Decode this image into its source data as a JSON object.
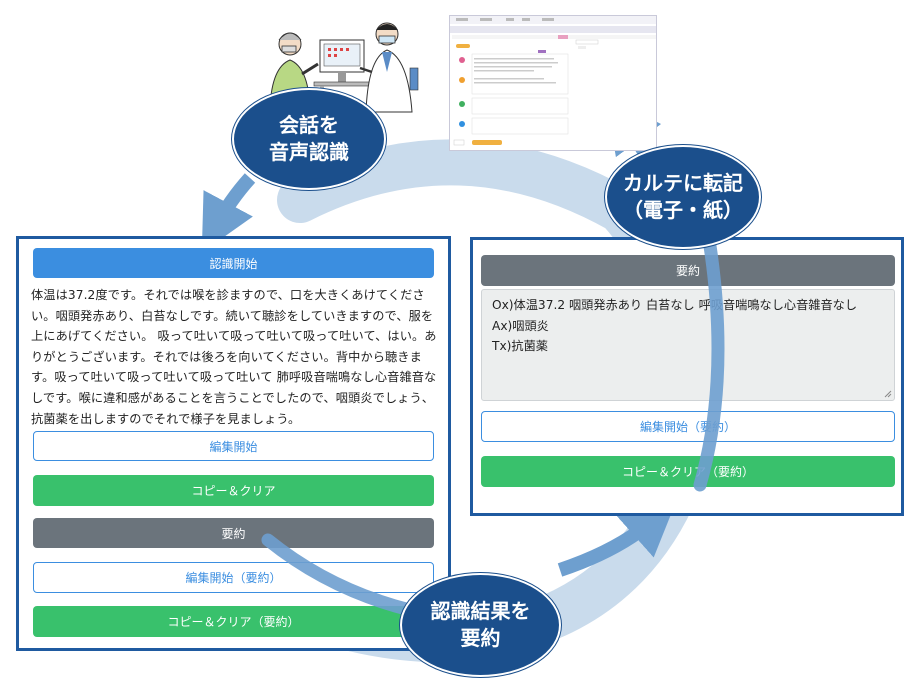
{
  "bubbles": {
    "speech": [
      "会話を",
      "音声認識"
    ],
    "karte": [
      "カルテに転記",
      "（電子・紙）"
    ],
    "summary": [
      "認識結果を",
      "要約"
    ]
  },
  "left_panel": {
    "start_recognition": "認識開始",
    "transcript": "体温は37.2度です。それでは喉を診ますので、口を大きくあけてください。咽頭発赤あり、白苔なしです。続いて聴診をしていきますので、服を上にあげてください。 吸って吐いて吸って吐いて吸って吐いて、はい。ありがとうございます。それでは後ろを向いてください。背中から聴きます。吸って吐いて吸って吐いて吸って吐いて 肺呼吸音喘鳴なし心音雑音なしです。喉に違和感があることを言うことでしたので、咽頭炎でしょう、抗菌薬を出しますのでそれで様子を見ましょう。",
    "edit_start": "編集開始",
    "copy_clear": "コピー＆クリア",
    "summarize": "要約",
    "edit_start_summary": "編集開始（要約）",
    "copy_clear_summary": "コピー＆クリア（要約）"
  },
  "right_panel": {
    "summarize": "要約",
    "summary_lines": [
      "Ox)体温37.2 咽頭発赤あり 白苔なし 呼吸音喘鳴なし心音雑音なし",
      "Ax)咽頭炎",
      "Tx)抗菌薬"
    ],
    "edit_start_summary": "編集開始（要約）",
    "copy_clear_summary": "コピー＆クリア（要約）"
  },
  "colors": {
    "bubble": "#1b4f8c",
    "panel_border": "#1f5aa0",
    "arrow": "#6e9fcf",
    "cycle": "#c9dbec",
    "button_blue": "#3b8ee0",
    "button_green": "#39c16c",
    "button_gray": "#6b747c"
  },
  "icons": [
    "doctor-patient-illustration",
    "ehr-screenshot-thumbnail",
    "cycle-arrow"
  ]
}
